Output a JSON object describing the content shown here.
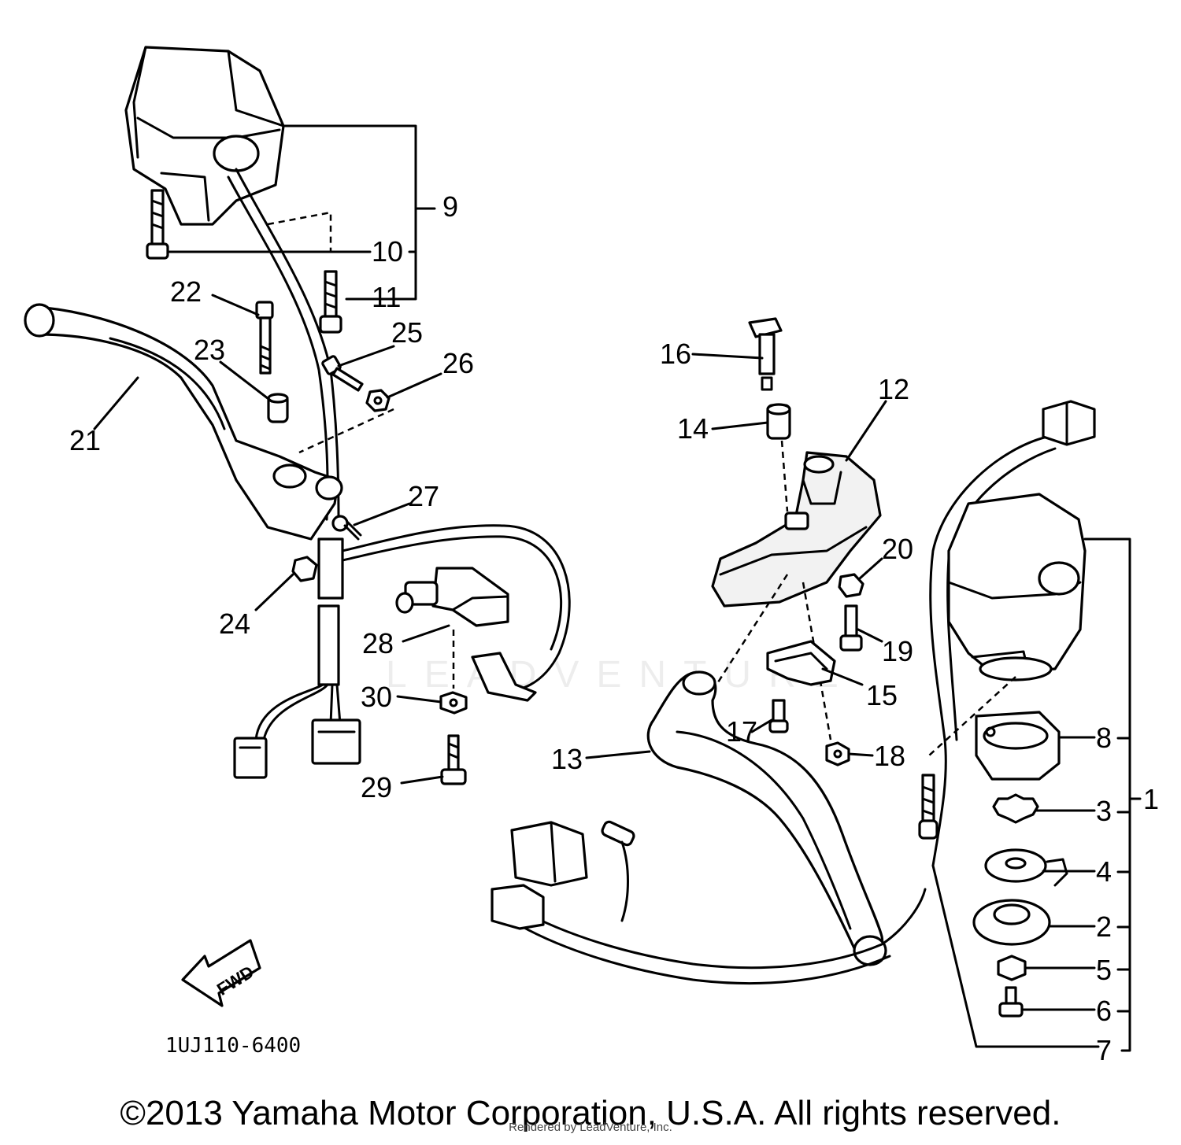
{
  "callouts": {
    "c1": "1",
    "c2": "2",
    "c3": "3",
    "c4": "4",
    "c5": "5",
    "c6": "6",
    "c7": "7",
    "c8": "8",
    "c9": "9",
    "c10": "10",
    "c11": "11",
    "c12": "12",
    "c13": "13",
    "c14": "14",
    "c15": "15",
    "c16": "16",
    "c17": "17",
    "c18": "18",
    "c19": "19",
    "c20": "20",
    "c21": "21",
    "c22": "22",
    "c23": "23",
    "c24": "24",
    "c25": "25",
    "c26": "26",
    "c27": "27",
    "c28": "28",
    "c29": "29",
    "c30": "30"
  },
  "fwd_label": "FWD",
  "part_number": "1UJ110-6400",
  "copyright": "©2013 Yamaha Motor Corporation, U.S.A. All rights reserved.",
  "rendered_by": "Rendered by LeadVenture, Inc.",
  "watermark": "LEADVENTURE"
}
